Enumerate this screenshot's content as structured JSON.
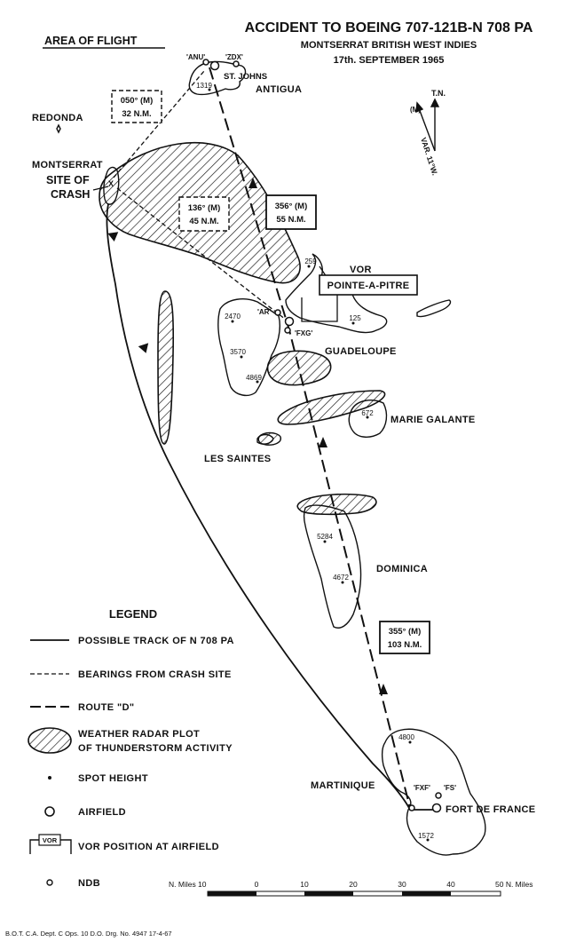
{
  "header": {
    "area_label": "AREA OF FLIGHT",
    "title": "ACCIDENT TO BOEING 707-121B-N 708 PA",
    "subtitle": "MONTSERRAT BRITISH WEST INDIES",
    "date": "17th. SEPTEMBER 1965"
  },
  "places": {
    "anu": "'ANU'",
    "zdx": "'ZDX'",
    "st_johns": "ST. JOHNS",
    "antigua": "ANTIGUA",
    "redonda": "REDONDA",
    "montserrat": "MONTSERRAT",
    "site_of": "SITE OF",
    "crash": "CRASH",
    "vor": "VOR",
    "pointe_a_pitre": "POINTE-A-PITRE",
    "ar": "'AR'",
    "fxg": "'FXG'",
    "guadeloupe": "GUADELOUPE",
    "marie_galante": "MARIE GALANTE",
    "les_saintes": "LES SAINTES",
    "dominica": "DOMINICA",
    "martinique": "MARTINIQUE",
    "fxf": "'FXF'",
    "fs": "'FS'",
    "fort_de_france": "FORT DE FRANCE"
  },
  "spot_heights": {
    "antigua": "1319",
    "g1": "2470",
    "g2": "3570",
    "g3": "4869",
    "g4": "259",
    "g5": "125",
    "mg": "672",
    "d1": "5284",
    "d2": "4672",
    "m1": "4800",
    "m2": "1572"
  },
  "bearings": {
    "b1_deg": "050° (M)",
    "b1_dist": "32 N.M.",
    "b2_deg": "136° (M)",
    "b2_dist": "45 N.M.",
    "b3_deg": "356° (M)",
    "b3_dist": "55 N.M.",
    "b4_deg": "355° (M)",
    "b4_dist": "103 N.M."
  },
  "north": {
    "tn": "T.N.",
    "m": "(M)",
    "var": "VAR. 11°W."
  },
  "legend": {
    "heading": "LEGEND",
    "track": "POSSIBLE TRACK OF N 708 PA",
    "bearings": "BEARINGS FROM CRASH SITE",
    "route": "ROUTE \"D\"",
    "weather_1": "WEATHER RADAR PLOT",
    "weather_2": "OF THUNDERSTORM ACTIVITY",
    "spot": "SPOT HEIGHT",
    "airfield": "AIRFIELD",
    "vor_box": "VOR",
    "vor": "VOR POSITION AT AIRFIELD",
    "ndb": "NDB"
  },
  "scale": {
    "left_label": "N. Miles 10",
    "ticks": [
      "0",
      "10",
      "20",
      "30",
      "40"
    ],
    "right_label": "50 N. Miles"
  },
  "footer": "B.O.T. C.A. Dept. C Ops. 10 D.O. Drg. No. 4947  17-4-67",
  "colors": {
    "ink": "#111111",
    "paper": "#ffffff"
  }
}
